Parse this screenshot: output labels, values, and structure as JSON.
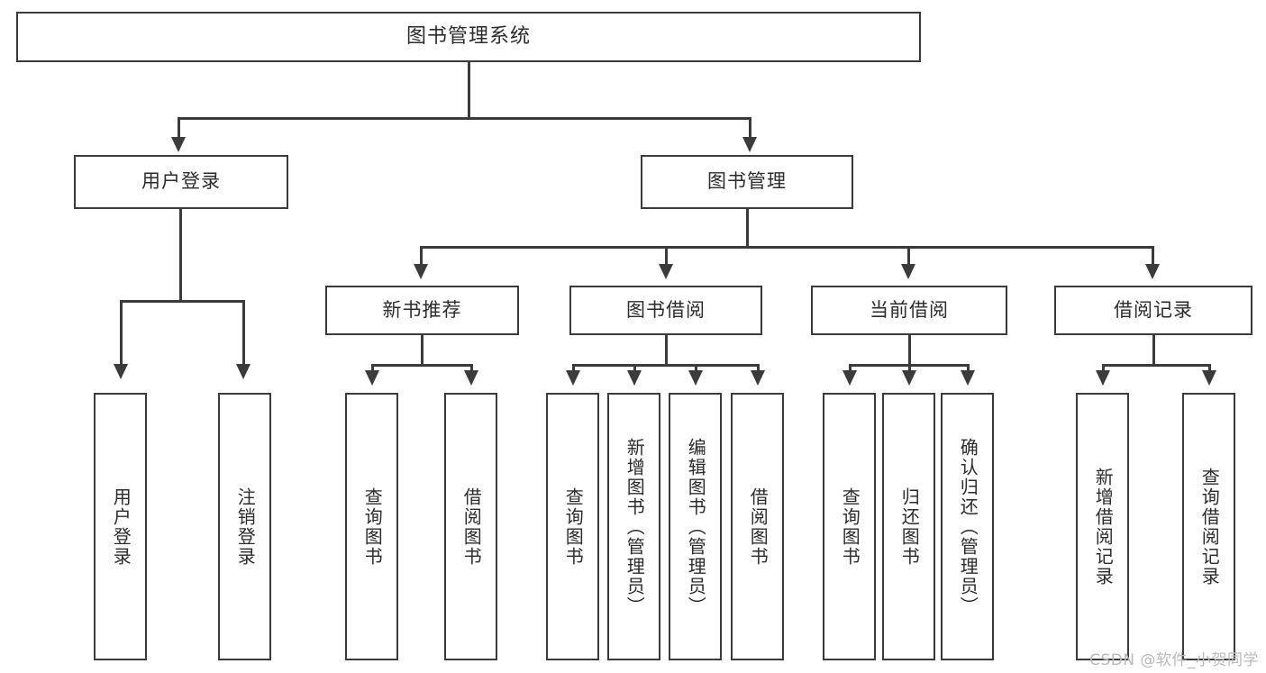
{
  "diagram": {
    "type": "tree-hierarchy",
    "title": "图书管理系统",
    "root": {
      "label": "图书管理系统"
    },
    "level2": [
      {
        "id": "user-login",
        "label": "用户登录"
      },
      {
        "id": "book-management",
        "label": "图书管理"
      }
    ],
    "level3": [
      {
        "id": "new-book-recommend",
        "label": "新书推荐",
        "parent": "book-management"
      },
      {
        "id": "book-borrow",
        "label": "图书借阅",
        "parent": "book-management"
      },
      {
        "id": "current-borrow",
        "label": "当前借阅",
        "parent": "book-management"
      },
      {
        "id": "borrow-record",
        "label": "借阅记录",
        "parent": "book-management"
      }
    ],
    "leaves": {
      "user-login": [
        {
          "id": "leaf-user-login",
          "label": "用户登录"
        },
        {
          "id": "leaf-logout",
          "label": "注销登录"
        }
      ],
      "new-book-recommend": [
        {
          "id": "leaf-query-book-1",
          "label": "查询图书"
        },
        {
          "id": "leaf-borrow-book-1",
          "label": "借阅图书"
        }
      ],
      "book-borrow": [
        {
          "id": "leaf-query-book-2",
          "label": "查询图书"
        },
        {
          "id": "leaf-add-book",
          "label": "新增图书（管理员）"
        },
        {
          "id": "leaf-edit-book",
          "label": "编辑图书（管理员）"
        },
        {
          "id": "leaf-borrow-book-2",
          "label": "借阅图书"
        }
      ],
      "current-borrow": [
        {
          "id": "leaf-query-book-3",
          "label": "查询图书"
        },
        {
          "id": "leaf-return-book",
          "label": "归还图书"
        },
        {
          "id": "leaf-confirm-return",
          "label": "确认归还（管理员）"
        }
      ],
      "borrow-record": [
        {
          "id": "leaf-add-record",
          "label": "新增借阅记录"
        },
        {
          "id": "leaf-query-record",
          "label": "查询借阅记录"
        }
      ]
    }
  },
  "watermark": {
    "text": "CSDN @软件_小贺同学"
  },
  "colors": {
    "box_border": "#3b3b3b",
    "box_fill": "#ffffff",
    "text": "#2b2b2b",
    "connector": "#3b3b3b",
    "watermark": "#b9b9b9",
    "background": "#ffffff"
  }
}
